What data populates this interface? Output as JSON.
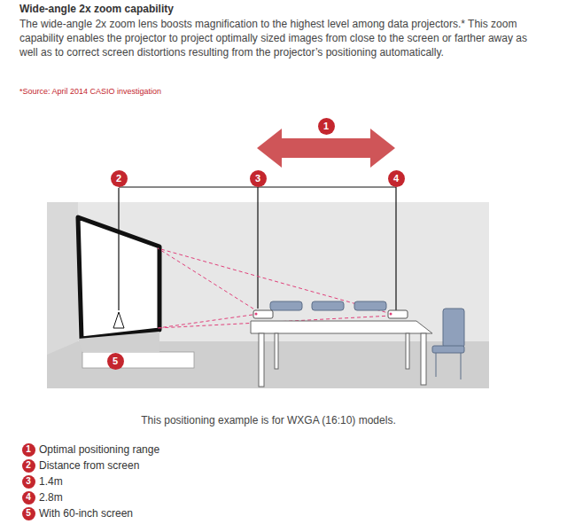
{
  "diagram": {
    "title": "Wide-angle 2x zoom capability",
    "caption": "This positioning example is for WXGA (16:10) models.",
    "nodes": [
      {
        "text": [
          "1"
        ]
      },
      {
        "text": [
          "2"
        ]
      },
      {
        "text": [
          "3"
        ]
      },
      {
        "text": [
          "4"
        ]
      },
      {
        "text": [
          "5"
        ]
      },
      {
        "text": [
          "1"
        ]
      },
      {
        "text": [
          "2"
        ]
      },
      {
        "text": [
          "3"
        ]
      },
      {
        "text": [
          "4"
        ]
      },
      {
        "text": [
          "5"
        ]
      }
    ],
    "labels": [
      "The wide-angle 2x zoom lens boosts magnification to the highest level among data projectors.* This zoom capability enables the projector to project optimally sized images from close to the screen or farther away as well as to correct screen distortions resulting from the projector’s positioning automatically.",
      "*Source: April 2014 CASIO investigation"
    ],
    "legend": [
      {
        "text": "Optimal positioning range"
      },
      {
        "text": "Distance from screen"
      },
      {
        "text": "1.4m"
      },
      {
        "text": "2.8m"
      },
      {
        "text": "With 60-inch screen"
      }
    ]
  }
}
